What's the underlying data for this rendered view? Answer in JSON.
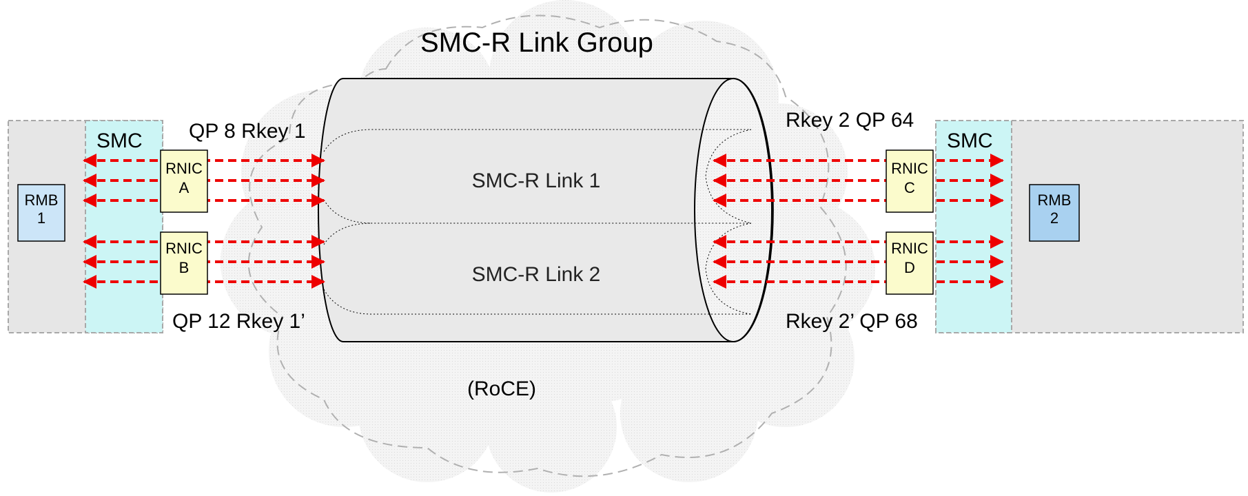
{
  "title": "SMC-R Link Group",
  "network_label": "(RoCE)",
  "links": [
    {
      "label": "SMC-R Link 1"
    },
    {
      "label": "SMC-R Link 2"
    }
  ],
  "left_host": {
    "smc_label": "SMC",
    "rmb": {
      "line1": "RMB",
      "line2": "1"
    },
    "rnics": [
      {
        "line1": "RNIC",
        "line2": "A"
      },
      {
        "line1": "RNIC",
        "line2": "B"
      }
    ],
    "top_label": "QP 8 Rkey 1",
    "bottom_label": "QP 12  Rkey 1’"
  },
  "right_host": {
    "smc_label": "SMC",
    "rmb": {
      "line1": "RMB",
      "line2": "2"
    },
    "rnics": [
      {
        "line1": "RNIC",
        "line2": "C"
      },
      {
        "line1": "RNIC",
        "line2": "D"
      }
    ],
    "top_label": "Rkey 2  QP 64",
    "bottom_label": "Rkey 2’ QP 68"
  },
  "colors": {
    "host_bg": "#e6e6e6",
    "smc_bg": "#ccf5f5",
    "rmb1": "#cce5f8",
    "rmb2": "#a9d1f0",
    "rnic": "#fbfbcc",
    "arrow": "#ee0000",
    "cloud": "#f2f2f2",
    "cylinder": "#e9e9e9"
  }
}
